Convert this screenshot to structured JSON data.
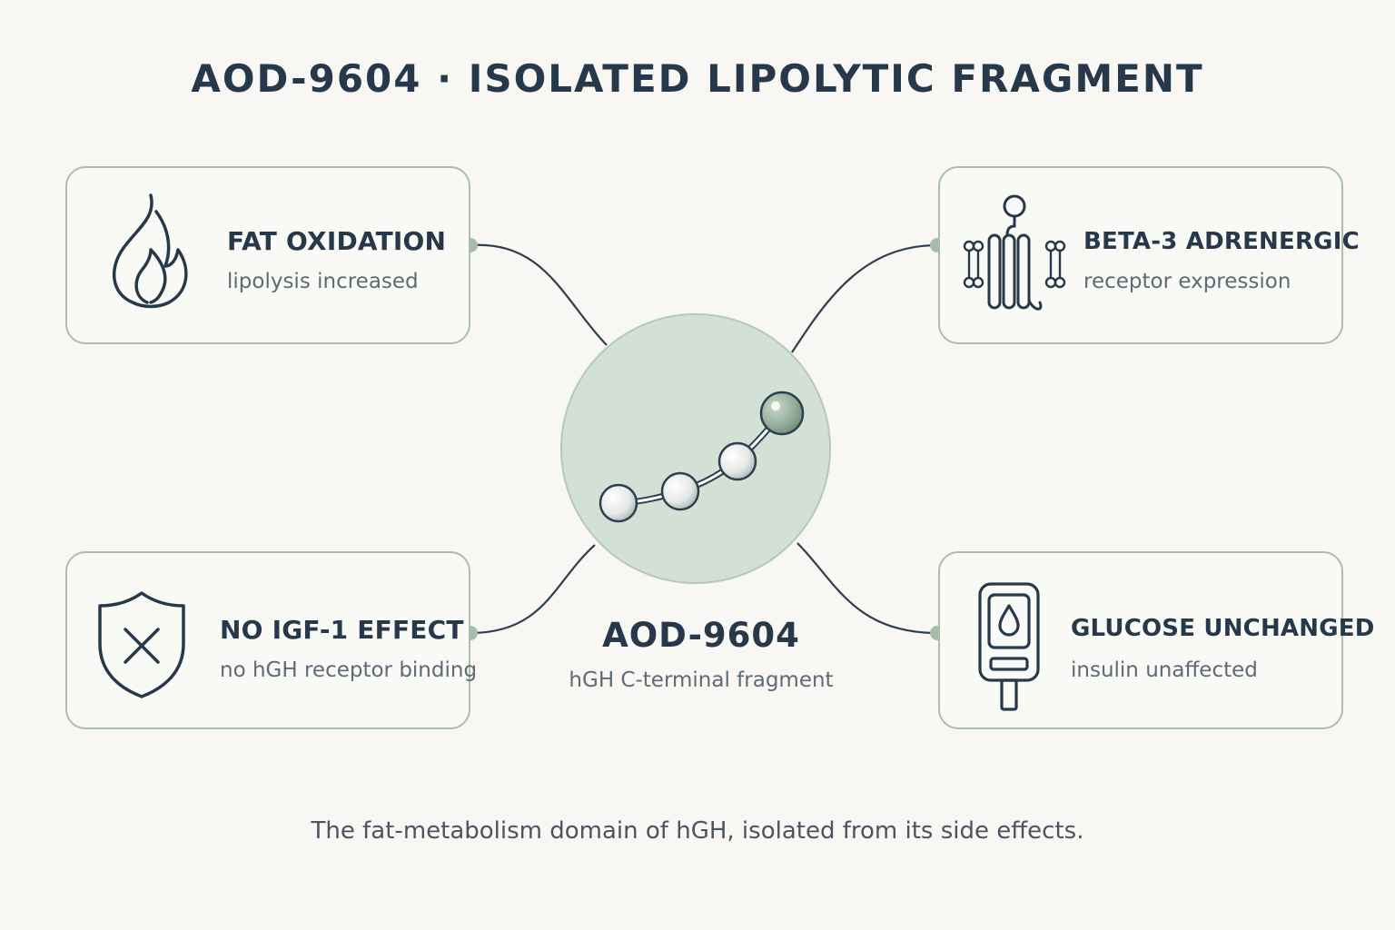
{
  "title": "AOD-9604 · ISOLATED LIPOLYTIC FRAGMENT",
  "center": {
    "name": "AOD-9604",
    "subtitle": "hGH C-terminal fragment",
    "icon": "peptide-chain-icon"
  },
  "cards": {
    "fat_oxidation": {
      "title": "FAT OXIDATION",
      "subtitle": "lipolysis increased",
      "icon": "flame-icon"
    },
    "beta3": {
      "title": "BETA-3 ADRENERGIC",
      "subtitle": "receptor expression",
      "icon": "receptor-icon"
    },
    "no_igf1": {
      "title": "NO IGF-1 EFFECT",
      "subtitle": "no hGH receptor binding",
      "icon": "shield-x-icon"
    },
    "glucose": {
      "title": "GLUCOSE UNCHANGED",
      "subtitle": "insulin unaffected",
      "icon": "glucose-meter-icon"
    }
  },
  "footer": "The fat-metabolism domain of hGH, isolated from its side effects.",
  "colors": {
    "background": "#f8f7f3",
    "text": "#27384a",
    "accent": "#a9bfae",
    "circle": "#d3e0d6"
  }
}
